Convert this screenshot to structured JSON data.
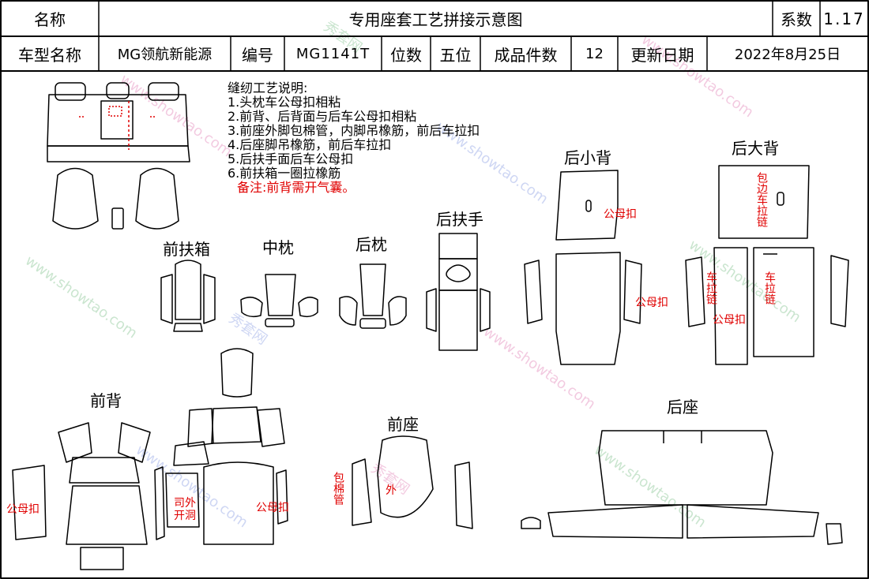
{
  "header": {
    "row1": {
      "name_label": "名称",
      "title": "专用座套工艺拼接示意图",
      "coef_label": "系数",
      "coef_value": "1.17"
    },
    "row2": {
      "model_label": "车型名称",
      "model_value": "MG领航新能源",
      "code_label": "编号",
      "code_value": "MG1141T",
      "seats_label": "位数",
      "seats_value": "五位",
      "pieces_label": "成品件数",
      "pieces_value": "12",
      "date_label": "更新日期",
      "date_value": "2022年8月25日"
    }
  },
  "notes": {
    "title": "缝纫工艺说明:",
    "items": [
      "1.头枕车公母扣相粘",
      "2.前背、后背面与后车公母扣相粘",
      "3.前座外脚包棉管，内脚吊橡筋，前后车拉扣",
      "4.后座脚吊橡筋，前后车拉扣",
      "5.后扶手面后车公母扣",
      "6.前扶箱一圈拉橡筋"
    ],
    "remark": "备注:前背需开气囊。"
  },
  "sections": {
    "front_armbox": "前扶箱",
    "middle_headrest": "中枕",
    "rear_headrest": "后枕",
    "rear_armrest": "后扶手",
    "rear_small_back": "后小背",
    "rear_big_back": "后大背",
    "front_back": "前背",
    "front_seat": "前座",
    "rear_seat": "后座"
  },
  "annotations": {
    "male_female_buckle": "公母扣",
    "binding_zipper": "包边车拉链",
    "sew_zipper": "车拉链",
    "cotton_tube": "包棉管",
    "outer": "外",
    "airbag_hole": "司外开洞"
  },
  "watermark": {
    "cn": "秀套网",
    "en": "www.showtao.com"
  },
  "colors": {
    "line": "#000000",
    "annotation": "#e00000"
  }
}
